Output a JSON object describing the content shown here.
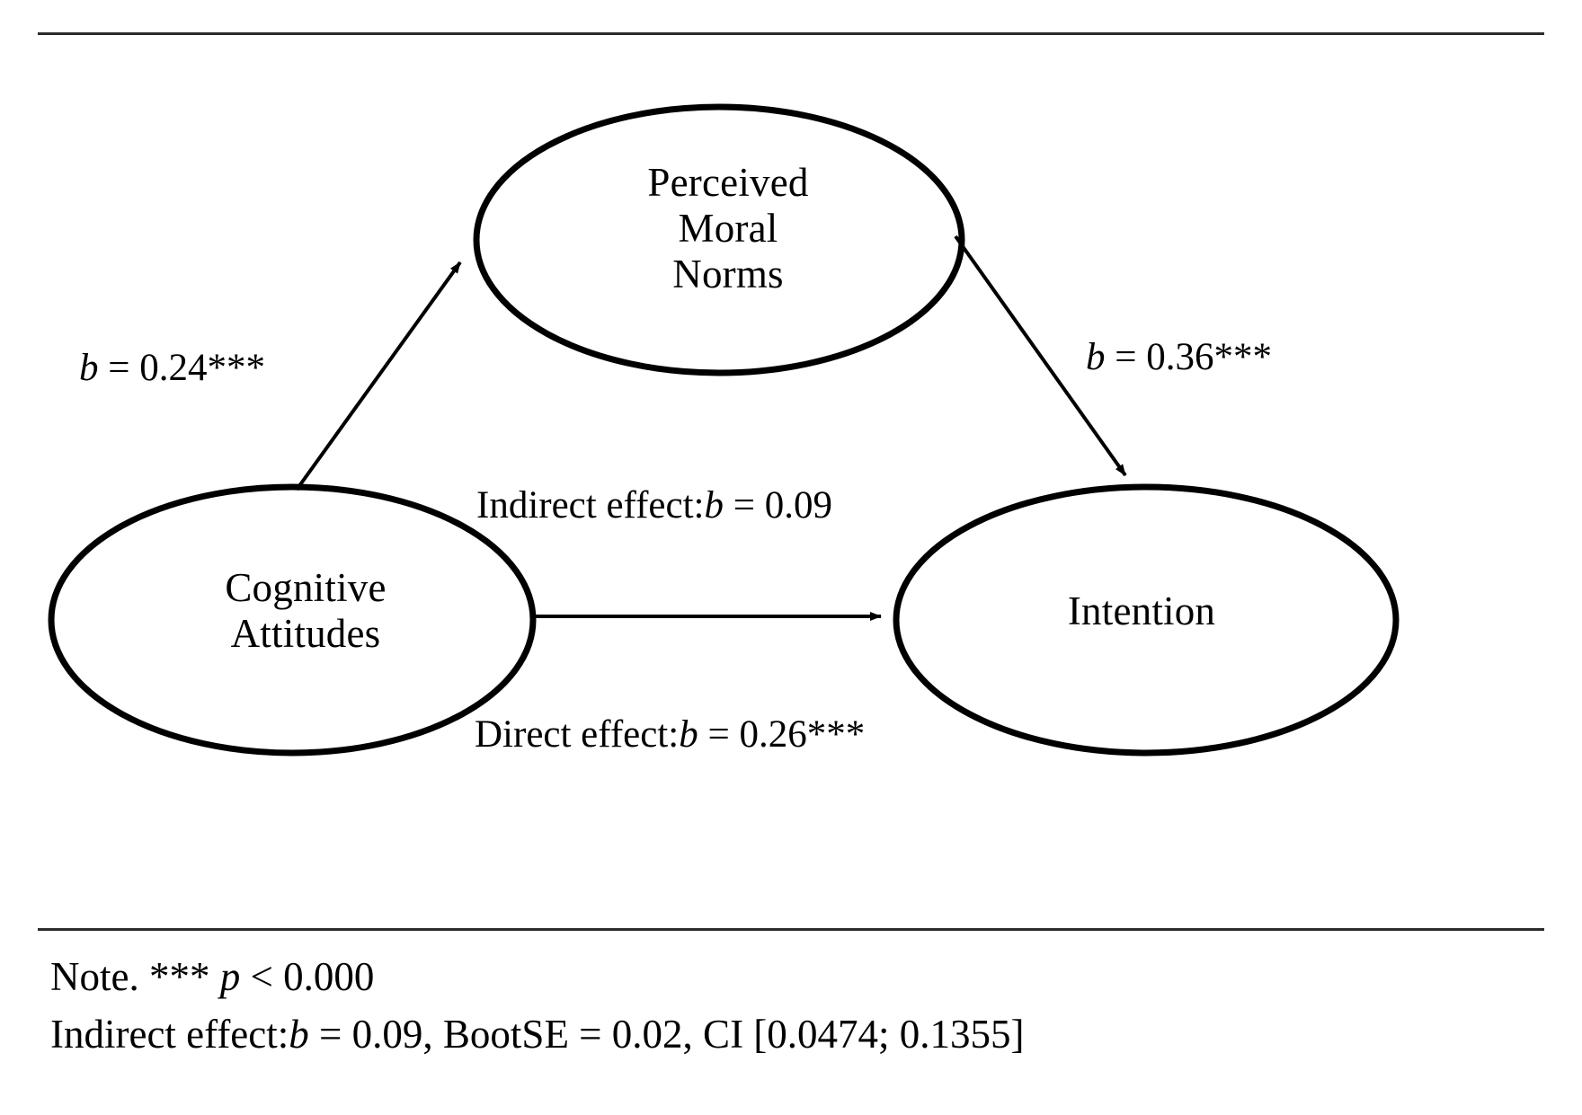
{
  "figure": {
    "type": "mediation-path-diagram",
    "rules": [
      "top-rule",
      "mid-rule"
    ]
  },
  "nodes": [
    {
      "id": "perceived-moral-norms",
      "label": "Perceived\nMoral\nNorms",
      "shape": "ellipse"
    },
    {
      "id": "cognitive-attitudes",
      "label": "Cognitive\nAttitudes",
      "shape": "ellipse"
    },
    {
      "id": "intention",
      "label": "Intention",
      "shape": "ellipse"
    }
  ],
  "paths": [
    {
      "id": "a-path",
      "from": "cognitive-attitudes",
      "to": "perceived-moral-norms",
      "symbol": "b",
      "equals": "= 0.24",
      "stars": "***",
      "text": "b = 0.24***"
    },
    {
      "id": "b-path",
      "from": "perceived-moral-norms",
      "to": "intention",
      "symbol": "b",
      "equals": "= 0.36",
      "stars": "***",
      "text": "b = 0.36***"
    },
    {
      "id": "indirect-effect",
      "from": "cognitive-attitudes",
      "to": "intention",
      "prefix": "Indirect effect:",
      "symbol": "b",
      "equals": "= 0.09",
      "stars": "",
      "text": "Indirect effect: b = 0.09"
    },
    {
      "id": "direct-effect",
      "from": "cognitive-attitudes",
      "to": "intention",
      "prefix": "Direct effect:",
      "symbol": "b",
      "equals": "= 0.26",
      "stars": "***",
      "text": "Direct effect: b = 0.26***"
    }
  ],
  "note": {
    "line1": {
      "lead": "Note. ",
      "stars": "***",
      "symbol": "p",
      "rest": "< 0.000"
    },
    "line2": {
      "lead": "Indirect effect:",
      "symbol": "b",
      "value": "= 0.09, BootSE = 0.02, CI [0.0474; 0.1355]"
    }
  },
  "chart_data": {
    "type": "diagram",
    "title": "",
    "nodes": [
      "Perceived Moral Norms",
      "Cognitive Attitudes",
      "Intention"
    ],
    "edges": [
      {
        "source": "Cognitive Attitudes",
        "target": "Perceived Moral Norms",
        "label": "b = 0.24***",
        "value": 0.24,
        "significance": "p < 0.000"
      },
      {
        "source": "Perceived Moral Norms",
        "target": "Intention",
        "label": "b = 0.36***",
        "value": 0.36,
        "significance": "p < 0.000"
      },
      {
        "source": "Cognitive Attitudes",
        "target": "Intention",
        "label": "Direct effect: b = 0.26***",
        "value": 0.26,
        "significance": "p < 0.000"
      },
      {
        "source": "Cognitive Attitudes",
        "target": "Intention",
        "label": "Indirect effect: b = 0.09",
        "value": 0.09,
        "significance": "CI [0.0474; 0.1355]"
      }
    ],
    "statistics": {
      "indirect_b": 0.09,
      "boot_se": 0.02,
      "ci_lower": 0.0474,
      "ci_upper": 0.1355
    }
  },
  "colors": {
    "ink": "#000000",
    "rule": "#2c2c2c",
    "background": "#ffffff"
  }
}
